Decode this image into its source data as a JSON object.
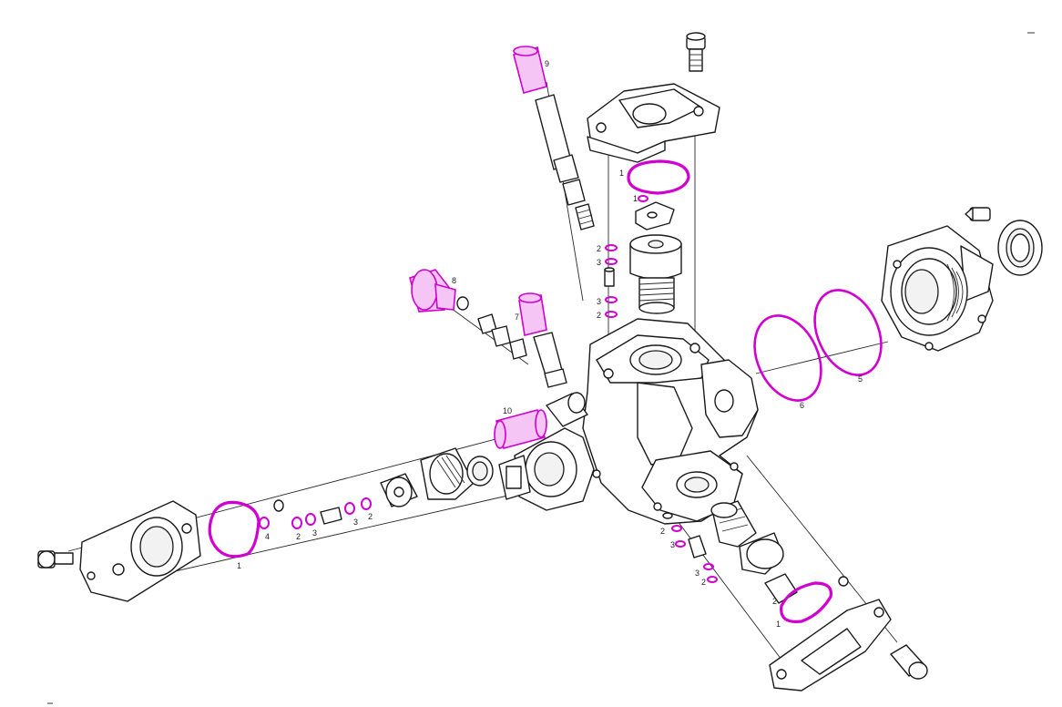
{
  "accent_color": "#d000d0",
  "line_color": "#1a1a1a",
  "callouts": [
    {
      "id": "c-top-1",
      "text": "1"
    },
    {
      "id": "c-top-1b",
      "text": "1"
    },
    {
      "id": "c-9",
      "text": "9"
    },
    {
      "id": "c-top-2a",
      "text": "2"
    },
    {
      "id": "c-top-3a",
      "text": "3"
    },
    {
      "id": "c-top-3b",
      "text": "3"
    },
    {
      "id": "c-top-2b",
      "text": "2"
    },
    {
      "id": "c-8",
      "text": "8"
    },
    {
      "id": "c-7",
      "text": "7"
    },
    {
      "id": "c-10",
      "text": "10"
    },
    {
      "id": "c-6",
      "text": "6"
    },
    {
      "id": "c-5",
      "text": "5"
    },
    {
      "id": "c-left-1",
      "text": "1"
    },
    {
      "id": "c-left-4",
      "text": "4"
    },
    {
      "id": "c-left-2a",
      "text": "2"
    },
    {
      "id": "c-left-3a",
      "text": "3"
    },
    {
      "id": "c-left-3b",
      "text": "3"
    },
    {
      "id": "c-left-2b",
      "text": "2"
    },
    {
      "id": "c-bot-2a",
      "text": "2"
    },
    {
      "id": "c-bot-3a",
      "text": "3"
    },
    {
      "id": "c-bot-3b",
      "text": "3"
    },
    {
      "id": "c-bot-2b",
      "text": "2"
    },
    {
      "id": "c-bot-2c",
      "text": "2"
    },
    {
      "id": "c-bot-1",
      "text": "1"
    }
  ]
}
